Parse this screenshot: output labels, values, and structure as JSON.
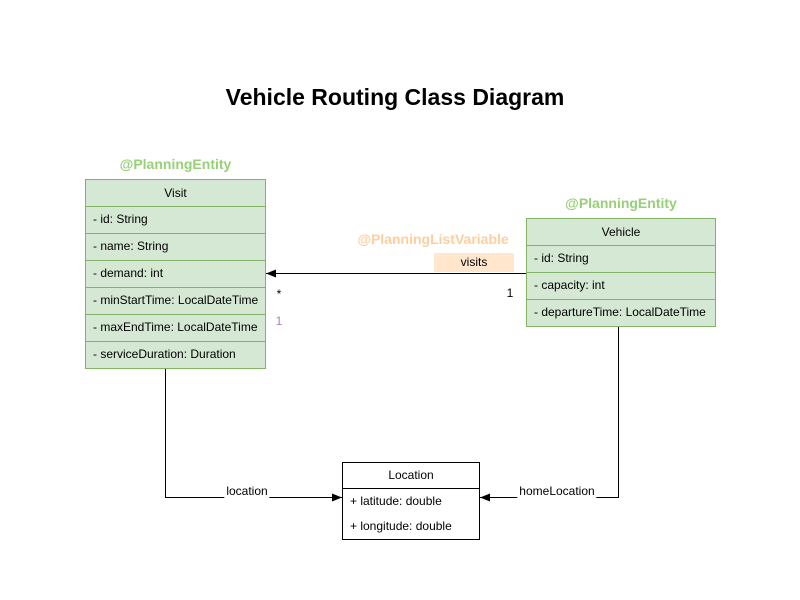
{
  "title": "Vehicle Routing Class Diagram",
  "colors": {
    "class_fill_green": "#d5e8d4",
    "class_stroke_green": "#82b366",
    "annotation_green": "#97d077",
    "annotation_orange": "#ffce9f",
    "edge_chip_fill": "#ffe6cc",
    "multiplicity_purple": "#a583bd",
    "line_black": "#000000"
  },
  "classes": {
    "visit": {
      "annotation": "@PlanningEntity",
      "name": "Visit",
      "fields": [
        "- id: String",
        "- name: String",
        "- demand: int",
        "- minStartTime: LocalDateTime",
        "- maxEndTime: LocalDateTime",
        "- serviceDuration: Duration"
      ]
    },
    "vehicle": {
      "annotation": "@PlanningEntity",
      "name": "Vehicle",
      "fields": [
        "- id: String",
        "- capacity: int",
        "- departureTime: LocalDateTime"
      ]
    },
    "location": {
      "name": "Location",
      "fields": [
        "+ latitude: double",
        "+ longitude: double"
      ]
    }
  },
  "relations": {
    "visits": {
      "annotation": "@PlanningListVariable",
      "label": "visits",
      "multiplicity_at_visit": "*",
      "multiplicity_at_vehicle": "1",
      "multiplicity_extra_purple": "1"
    },
    "visit_location": {
      "label": "location"
    },
    "vehicle_location": {
      "label": "homeLocation"
    }
  }
}
